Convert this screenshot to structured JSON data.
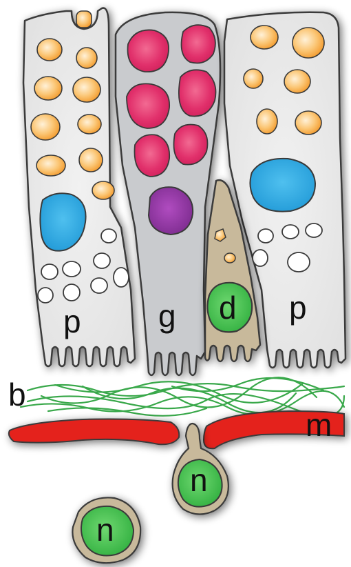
{
  "labels": {
    "p_left": "p",
    "g": "g",
    "d": "d",
    "p_right": "p",
    "b": "b",
    "m": "m",
    "n_upper": "n",
    "n_lower": "n"
  },
  "colors": {
    "cell_fill": "#ececec",
    "goblet_fill": "#c9cbce",
    "outline": "#3a3a3a",
    "shadow": "#8a8a8a",
    "granule_orange": "#f6a53a",
    "granule_orange_light": "#fde3b8",
    "nucleus_blue": "#2aa7e0",
    "mucin_pink": "#e2306a",
    "purple": "#8a2f9a",
    "tan": "#c8b99b",
    "green_nucleus": "#3fbf4a",
    "fiber_green": "#39a84a",
    "membrane_red": "#e4201f"
  }
}
